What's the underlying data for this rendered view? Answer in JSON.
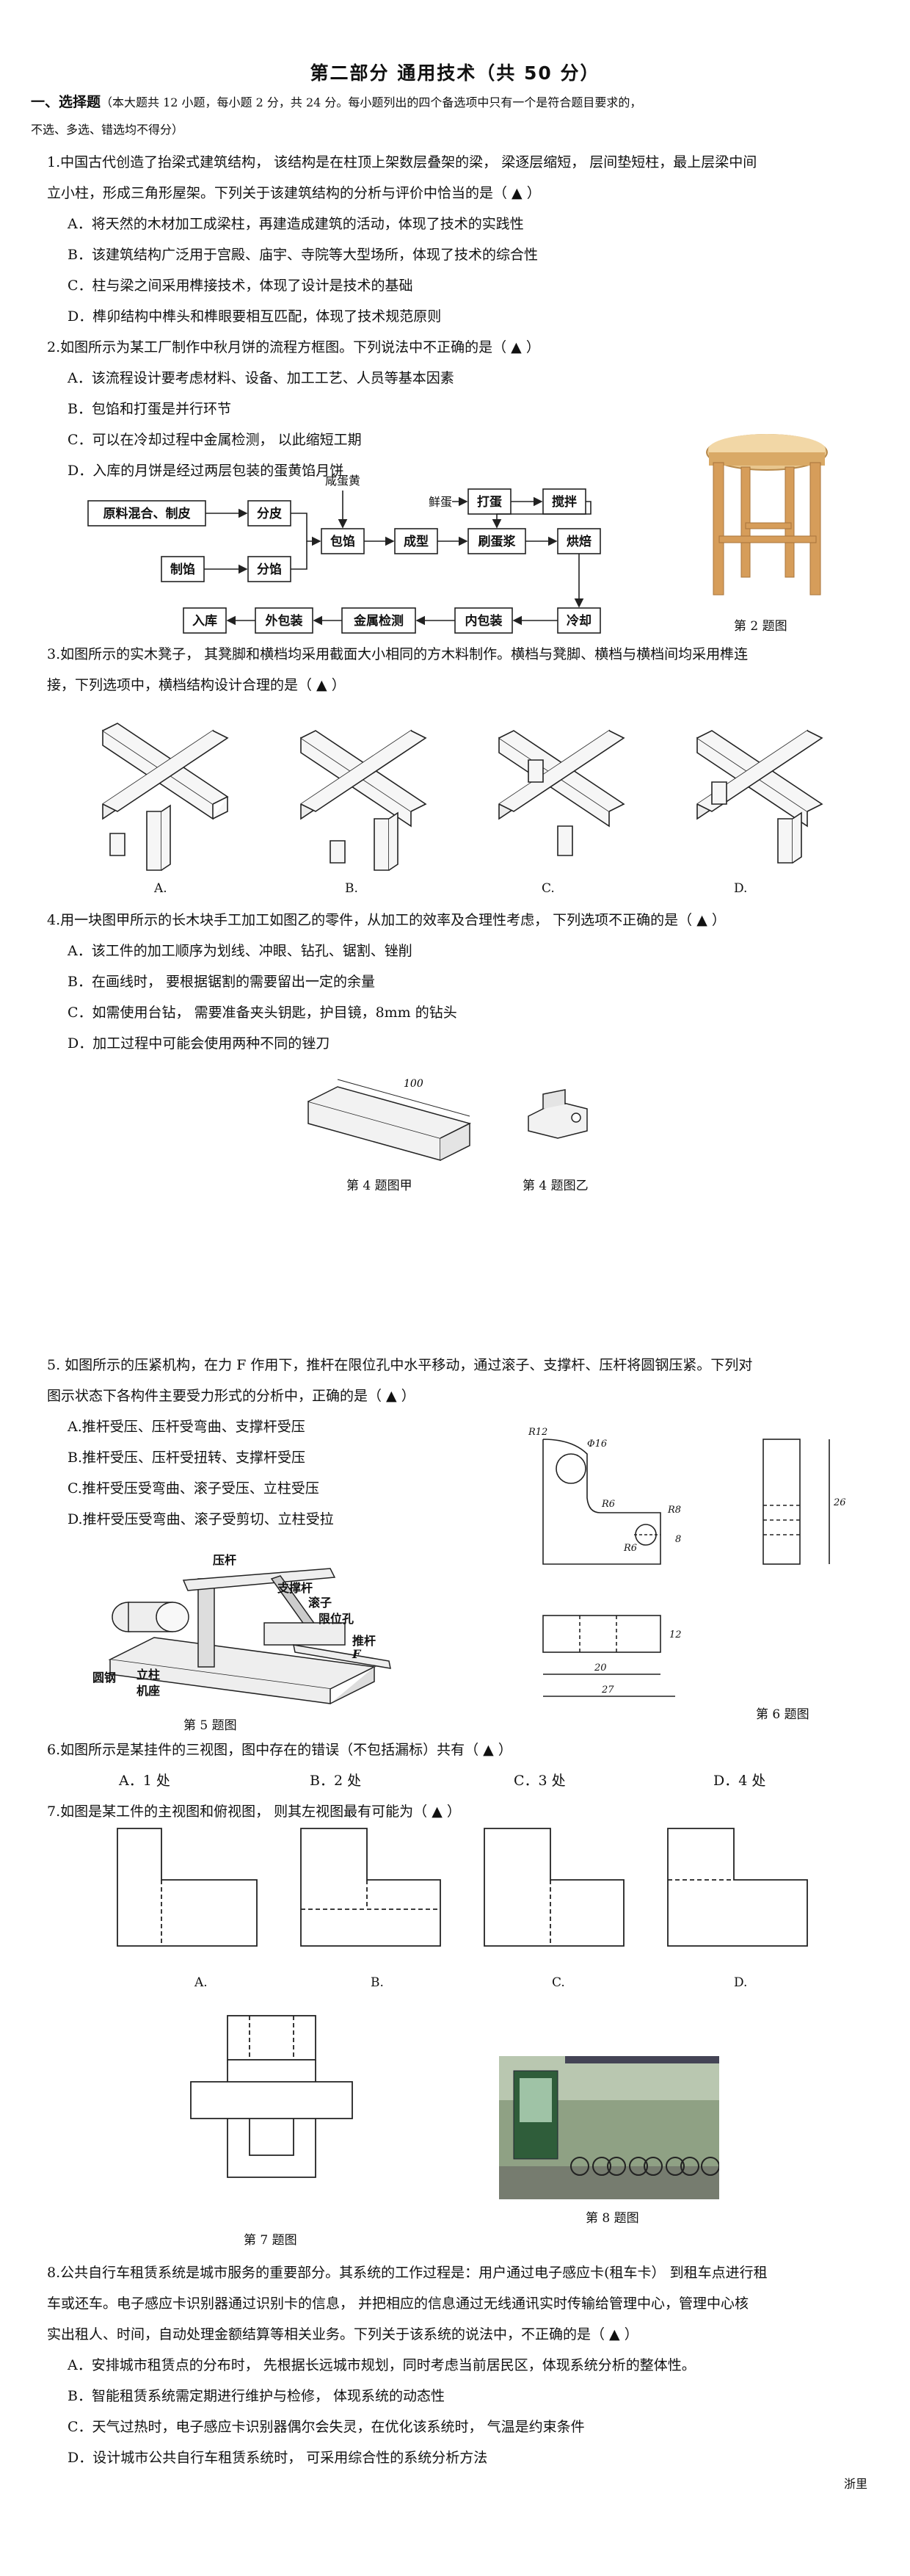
{
  "title": "第二部分    通用技术（共 50 分）",
  "section1": {
    "label": "一、选择题",
    "note_line1": "（本大题共 12 小题，每小题 2 分，共 24 分。每小题列出的四个备选项中只有一个是符合题目要求的，",
    "note_line2": "不选、多选、错选均不得分）"
  },
  "q1": {
    "stem1": "1.中国古代创造了抬梁式建筑结构， 该结构是在柱顶上架数层叠架的梁， 梁逐层缩短， 层间垫短柱，最上层梁中间",
    "stem2": "立小柱，形成三角形屋架。下列关于该建筑结构的分析与评价中恰当的是（ ▲ ）",
    "options": [
      "A．将天然的木材加工成梁柱，再建造成建筑的活动，体现了技术的实践性",
      "B．该建筑结构广泛用于宫殿、庙宇、寺院等大型场所，体现了技术的综合性",
      "C．柱与梁之间采用榫接技术，体现了设计是技术的基础",
      "D．榫卯结构中榫头和榫眼要相互匹配，体现了技术规范原则"
    ]
  },
  "q2": {
    "stem": "2.如图所示为某工厂制作中秋月饼的流程方框图。下列说法中不正确的是（ ▲ ）",
    "options": [
      "A．该流程设计要考虑材料、设备、加工工艺、人员等基本因素",
      "B．包馅和打蛋是并行环节",
      "C．可以在冷却过程中金属检测，   以此缩短工期",
      "D．入库的月饼是经过两层包装的蛋黄馅月饼"
    ],
    "flow": {
      "raw": "原料混合、制皮",
      "fenpi": "分皮",
      "zhixian": "制馅",
      "fenxian": "分馅",
      "baoxian": "包馅",
      "chengxing": "成型",
      "xiandanhuang": "鲜蛋",
      "xiandanhuang_label": "咸蛋黄",
      "dadan": "打蛋",
      "jiaoban": "搅拌",
      "shuadanjiang": "刷蛋浆",
      "hongbei": "烘焙",
      "lengque": "冷却",
      "neibaozhuang": "内包装",
      "jinshujiance": "金属检测",
      "waibaozhuang": "外包装",
      "ruku": "入库"
    },
    "caption": "第 2 题图"
  },
  "q3": {
    "stem1": "3.如图所示的实木凳子， 其凳脚和横档均采用截面大小相同的方木料制作。横档与凳脚、横档与横档间均采用榫连",
    "stem2": "接，下列选项中，横档结构设计合理的是（ ▲ ）",
    "labels": [
      "A.",
      "B.",
      "C.",
      "D."
    ]
  },
  "q4": {
    "stem": "4.用一块图甲所示的长木块手工加工如图乙的零件，从加工的效率及合理性考虑，  下列选项不正确的是（ ▲ ）",
    "options": [
      "A．该工件的加工顺序为划线、冲眼、钻孔、锯割、锉削",
      "B．在画线时，  要根据锯割的需要留出一定的余量",
      "C．如需使用台钻，  需要准备夹头钥匙，护目镜，8mm 的钻头",
      "D．加工过程中可能会使用两种不同的锉刀"
    ],
    "dim_100": "100",
    "caption_a": "第 4 题图甲",
    "caption_b": "第 4 题图乙"
  },
  "q5": {
    "stem1": "5.  如图所示的压紧机构，在力 F 作用下，推杆在限位孔中水平移动，通过滚子、支撑杆、压杆将圆钢压紧。下列对",
    "stem2": "图示状态下各构件主要受力形式的分析中，正确的是（ ▲ ）",
    "options": [
      "A.推杆受压、压杆受弯曲、支撑杆受压",
      "B.推杆受压、压杆受扭转、支撑杆受压",
      "C.推杆受压受弯曲、滚子受压、立柱受压",
      "D.推杆受压受弯曲、滚子受剪切、立柱受拉"
    ],
    "labels": {
      "yagan": "压杆",
      "zhichenggan": "支撑杆",
      "gunzi": "滚子",
      "xianweikong": "限位孔",
      "tuigan": "推杆",
      "F": "F",
      "yuangang": "圆钢",
      "lizhu": "立柱",
      "jizuo": "机座"
    },
    "caption": "第 5 题图"
  },
  "q6": {
    "stem": "6.如图所示是某挂件的三视图，图中存在的错误（不包括漏标）共有（ ▲ ）",
    "options": [
      "A．1 处",
      "B．2 处",
      "C．3 处",
      "D．4 处"
    ],
    "dims": {
      "r12": "R12",
      "d16": "Φ16",
      "r6a": "R6",
      "r8": "R8",
      "r6b": "R6",
      "d26": "26",
      "d8": "8",
      "d12": "12",
      "d20": "20",
      "d27": "27"
    },
    "caption": "第 6 题图"
  },
  "q7": {
    "stem": "7.如图是某工件的主视图和俯视图， 则其左视图最有可能为（ ▲ ）",
    "labels": [
      "A.",
      "B.",
      "C.",
      "D."
    ],
    "caption": "第 7 题图"
  },
  "q8": {
    "caption": "第 8 题图",
    "stem1": "8.公共自行车租赁系统是城市服务的重要部分。其系统的工作过程是：用户通过电子感应卡(租车卡） 到租车点进行租",
    "stem2": "车或还车。电子感应卡识别器通过识别卡的信息，  并把相应的信息通过无线通讯实时传输给管理中心，管理中心核",
    "stem3": "实出租人、时间，自动处理金额结算等相关业务。下列关于该系统的说法中，不正确的是（ ▲ ）",
    "options": [
      "A．安排城市租赁点的分布时，  先根据长远城市规划，同时考虑当前居民区，体现系统分析的整体性。",
      "B．智能租赁系统需定期进行维护与检修，  体现系统的动态性",
      "C．天气过热时，电子感应卡识别器偶尔会失灵，在优化该系统时，  气温是约束条件",
      "D．设计城市公共自行车租赁系统时，  可采用综合性的系统分析方法"
    ]
  },
  "footer": "浙里"
}
